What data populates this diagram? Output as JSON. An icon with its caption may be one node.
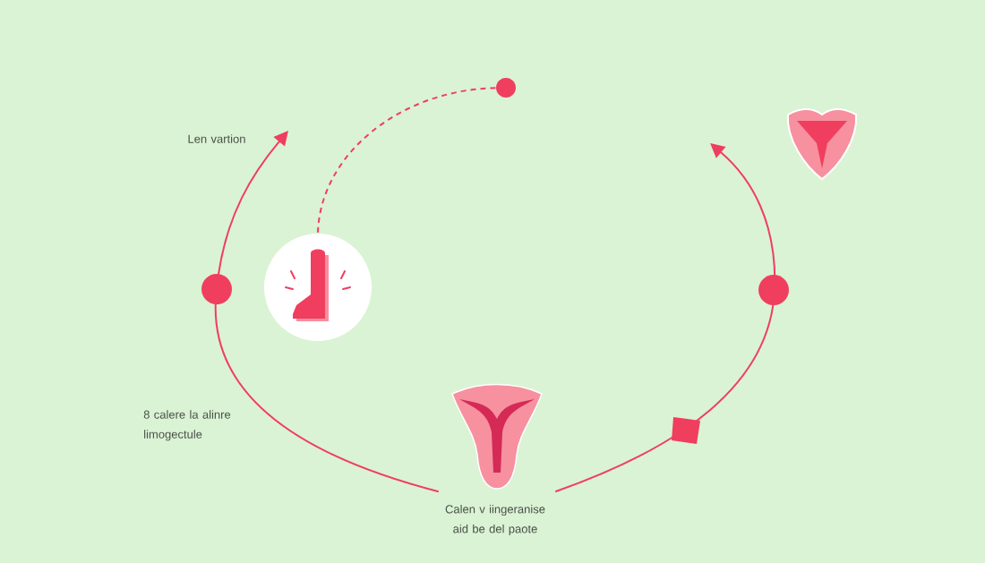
{
  "diagram": {
    "nodes": [
      {
        "text": [],
        "shape": "picture"
      },
      {
        "text": [],
        "shape": "picture"
      },
      {
        "text": [],
        "shape": "picture"
      },
      {
        "text": [],
        "shape": "circle"
      }
    ],
    "edges": [
      {
        "from": 0,
        "to": null,
        "arrow": "to"
      },
      {
        "from": 0,
        "to": null,
        "arrow": "to"
      },
      {
        "from": 2,
        "to": 3,
        "arrow": "none",
        "style": "dashed"
      }
    ],
    "labels": [
      "Len vartion",
      "8 calere la alinre limogectule",
      "Calen v iingeranise aid be del paote"
    ]
  }
}
